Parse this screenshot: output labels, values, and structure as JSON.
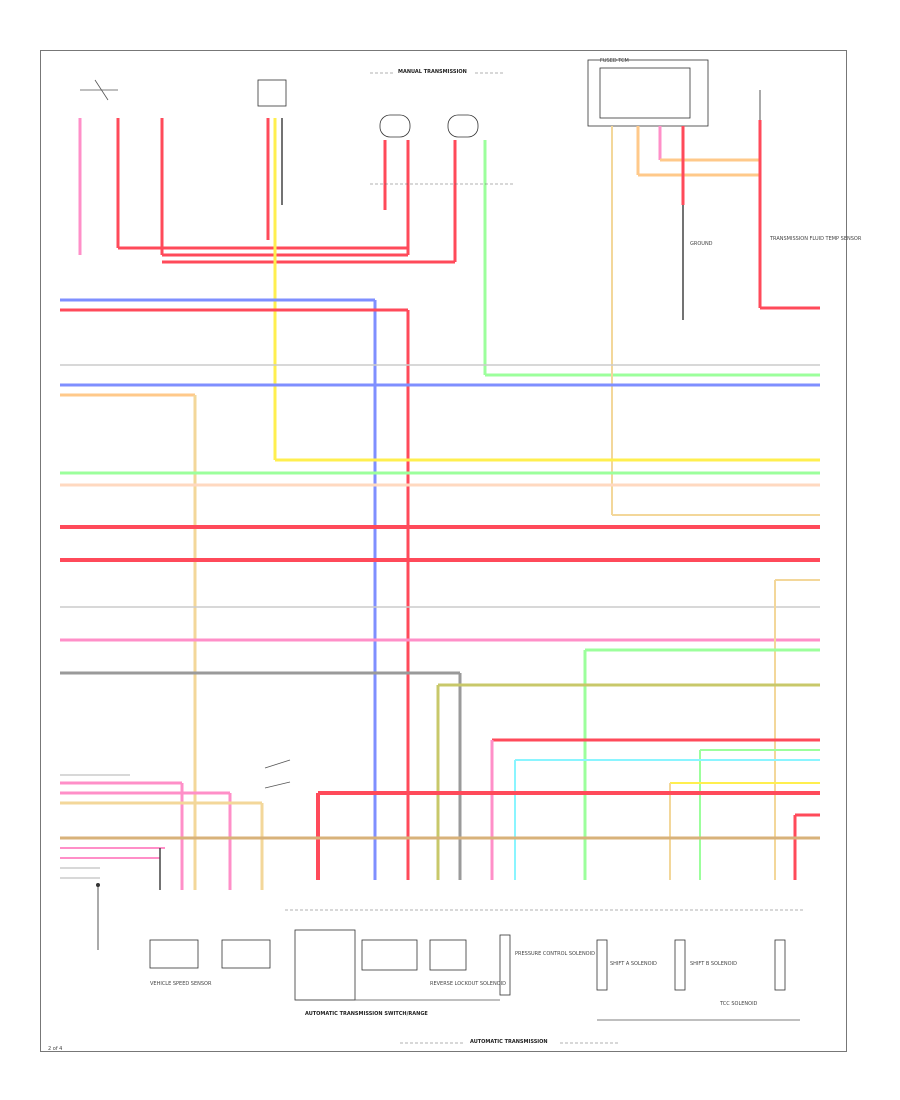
{
  "diagram": {
    "title_manual": "MANUAL TRANSMISSION",
    "title_automatic": "AUTOMATIC TRANSMISSION",
    "title_auto_switch": "AUTOMATIC TRANSMISSION SWITCH/RANGE",
    "label_fused_tcm": "FUSED TCM",
    "label_ground": "GROUND",
    "label_vss": "VEHICLE SPEED SENSOR",
    "label_reverse_lockout": "REVERSE LOCKOUT SOLENOID",
    "label_pressure_control": "PRESSURE CONTROL SOLENOID",
    "label_shift_a": "SHIFT A SOLENOID",
    "label_shift_b": "SHIFT B SOLENOID",
    "label_tcc": "TCC SOLENOID",
    "label_fluid_temp": "TRANSMISSION FLUID TEMP SENSOR",
    "page_number": "2 of 4",
    "colors": {
      "pink": "#ff8fc8",
      "red": "#ff4a5a",
      "blue": "#7f8fff",
      "yellow": "#ffef4f",
      "ltgreen": "#9cff9c",
      "orange": "#ffc98a",
      "tan": "#f3d79a",
      "gray": "#9a9a9a",
      "olive": "#c8c86a",
      "cyan": "#8af5ff"
    }
  }
}
